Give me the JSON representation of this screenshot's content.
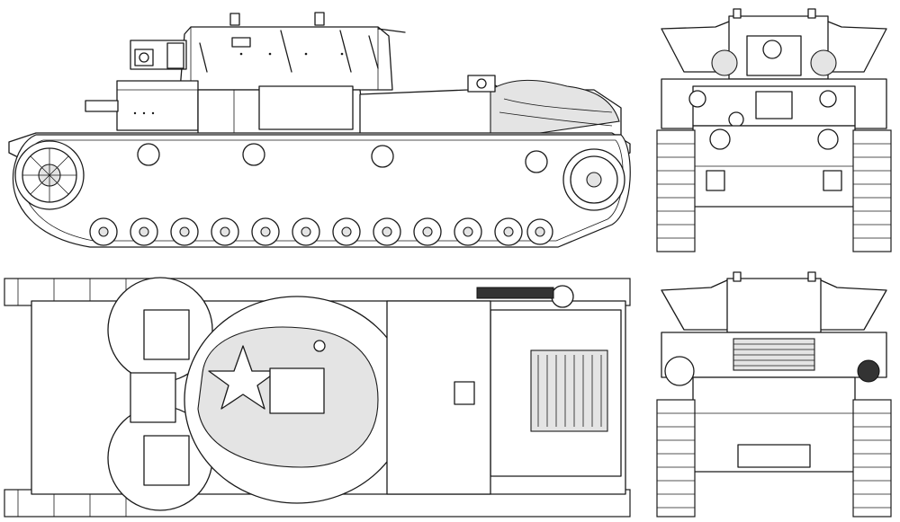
{
  "drawing": {
    "views": [
      "side-view",
      "front-view",
      "top-view",
      "rear-view"
    ]
  }
}
